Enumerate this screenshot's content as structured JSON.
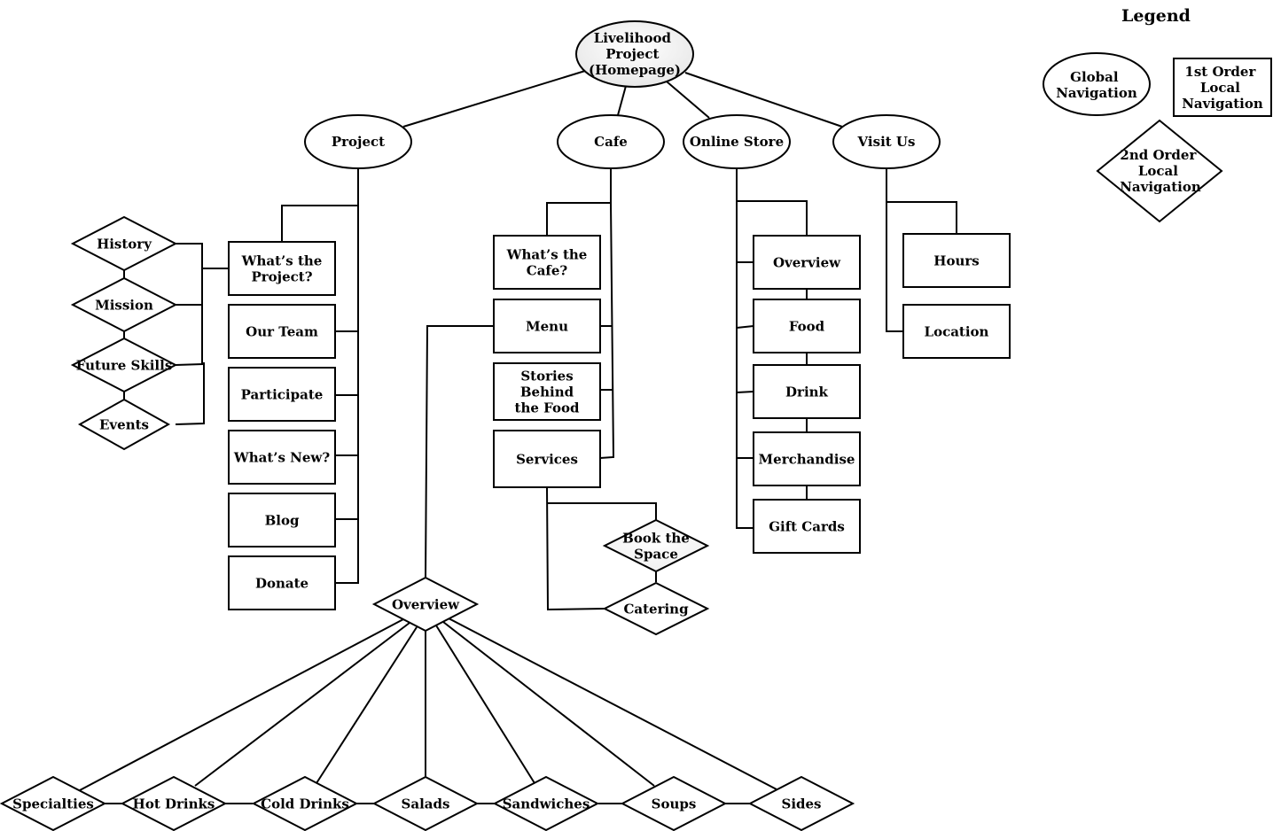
{
  "legend": {
    "title": "Legend",
    "global": "Global Navigation",
    "first_order": "1st Order Local Navigation",
    "second_order": "2nd Order Local Navigation"
  },
  "home": "Livelihood Project (Homepage)",
  "global_nav": {
    "project": "Project",
    "cafe": "Cafe",
    "online_store": "Online Store",
    "visit_us": "Visit Us"
  },
  "project": {
    "pages": [
      "What’s the Project?",
      "Our Team",
      "Participate",
      "What’s New?",
      "Blog",
      "Donate"
    ],
    "sub_pages": [
      "History",
      "Mission",
      "Future Skills",
      "Events"
    ]
  },
  "cafe": {
    "pages": [
      "What’s the Cafe?",
      "Menu",
      "Stories Behind the Food",
      "Services"
    ],
    "services_sub": [
      "Book the Space",
      "Catering"
    ],
    "menu_overview": "Overview",
    "menu_items": [
      "Specialties",
      "Hot Drinks",
      "Cold Drinks",
      "Salads",
      "Sandwiches",
      "Soups",
      "Sides"
    ]
  },
  "online_store": {
    "pages": [
      "Overview",
      "Food",
      "Drink",
      "Merchandise",
      "Gift Cards"
    ]
  },
  "visit_us": {
    "pages": [
      "Hours",
      "Location"
    ]
  }
}
